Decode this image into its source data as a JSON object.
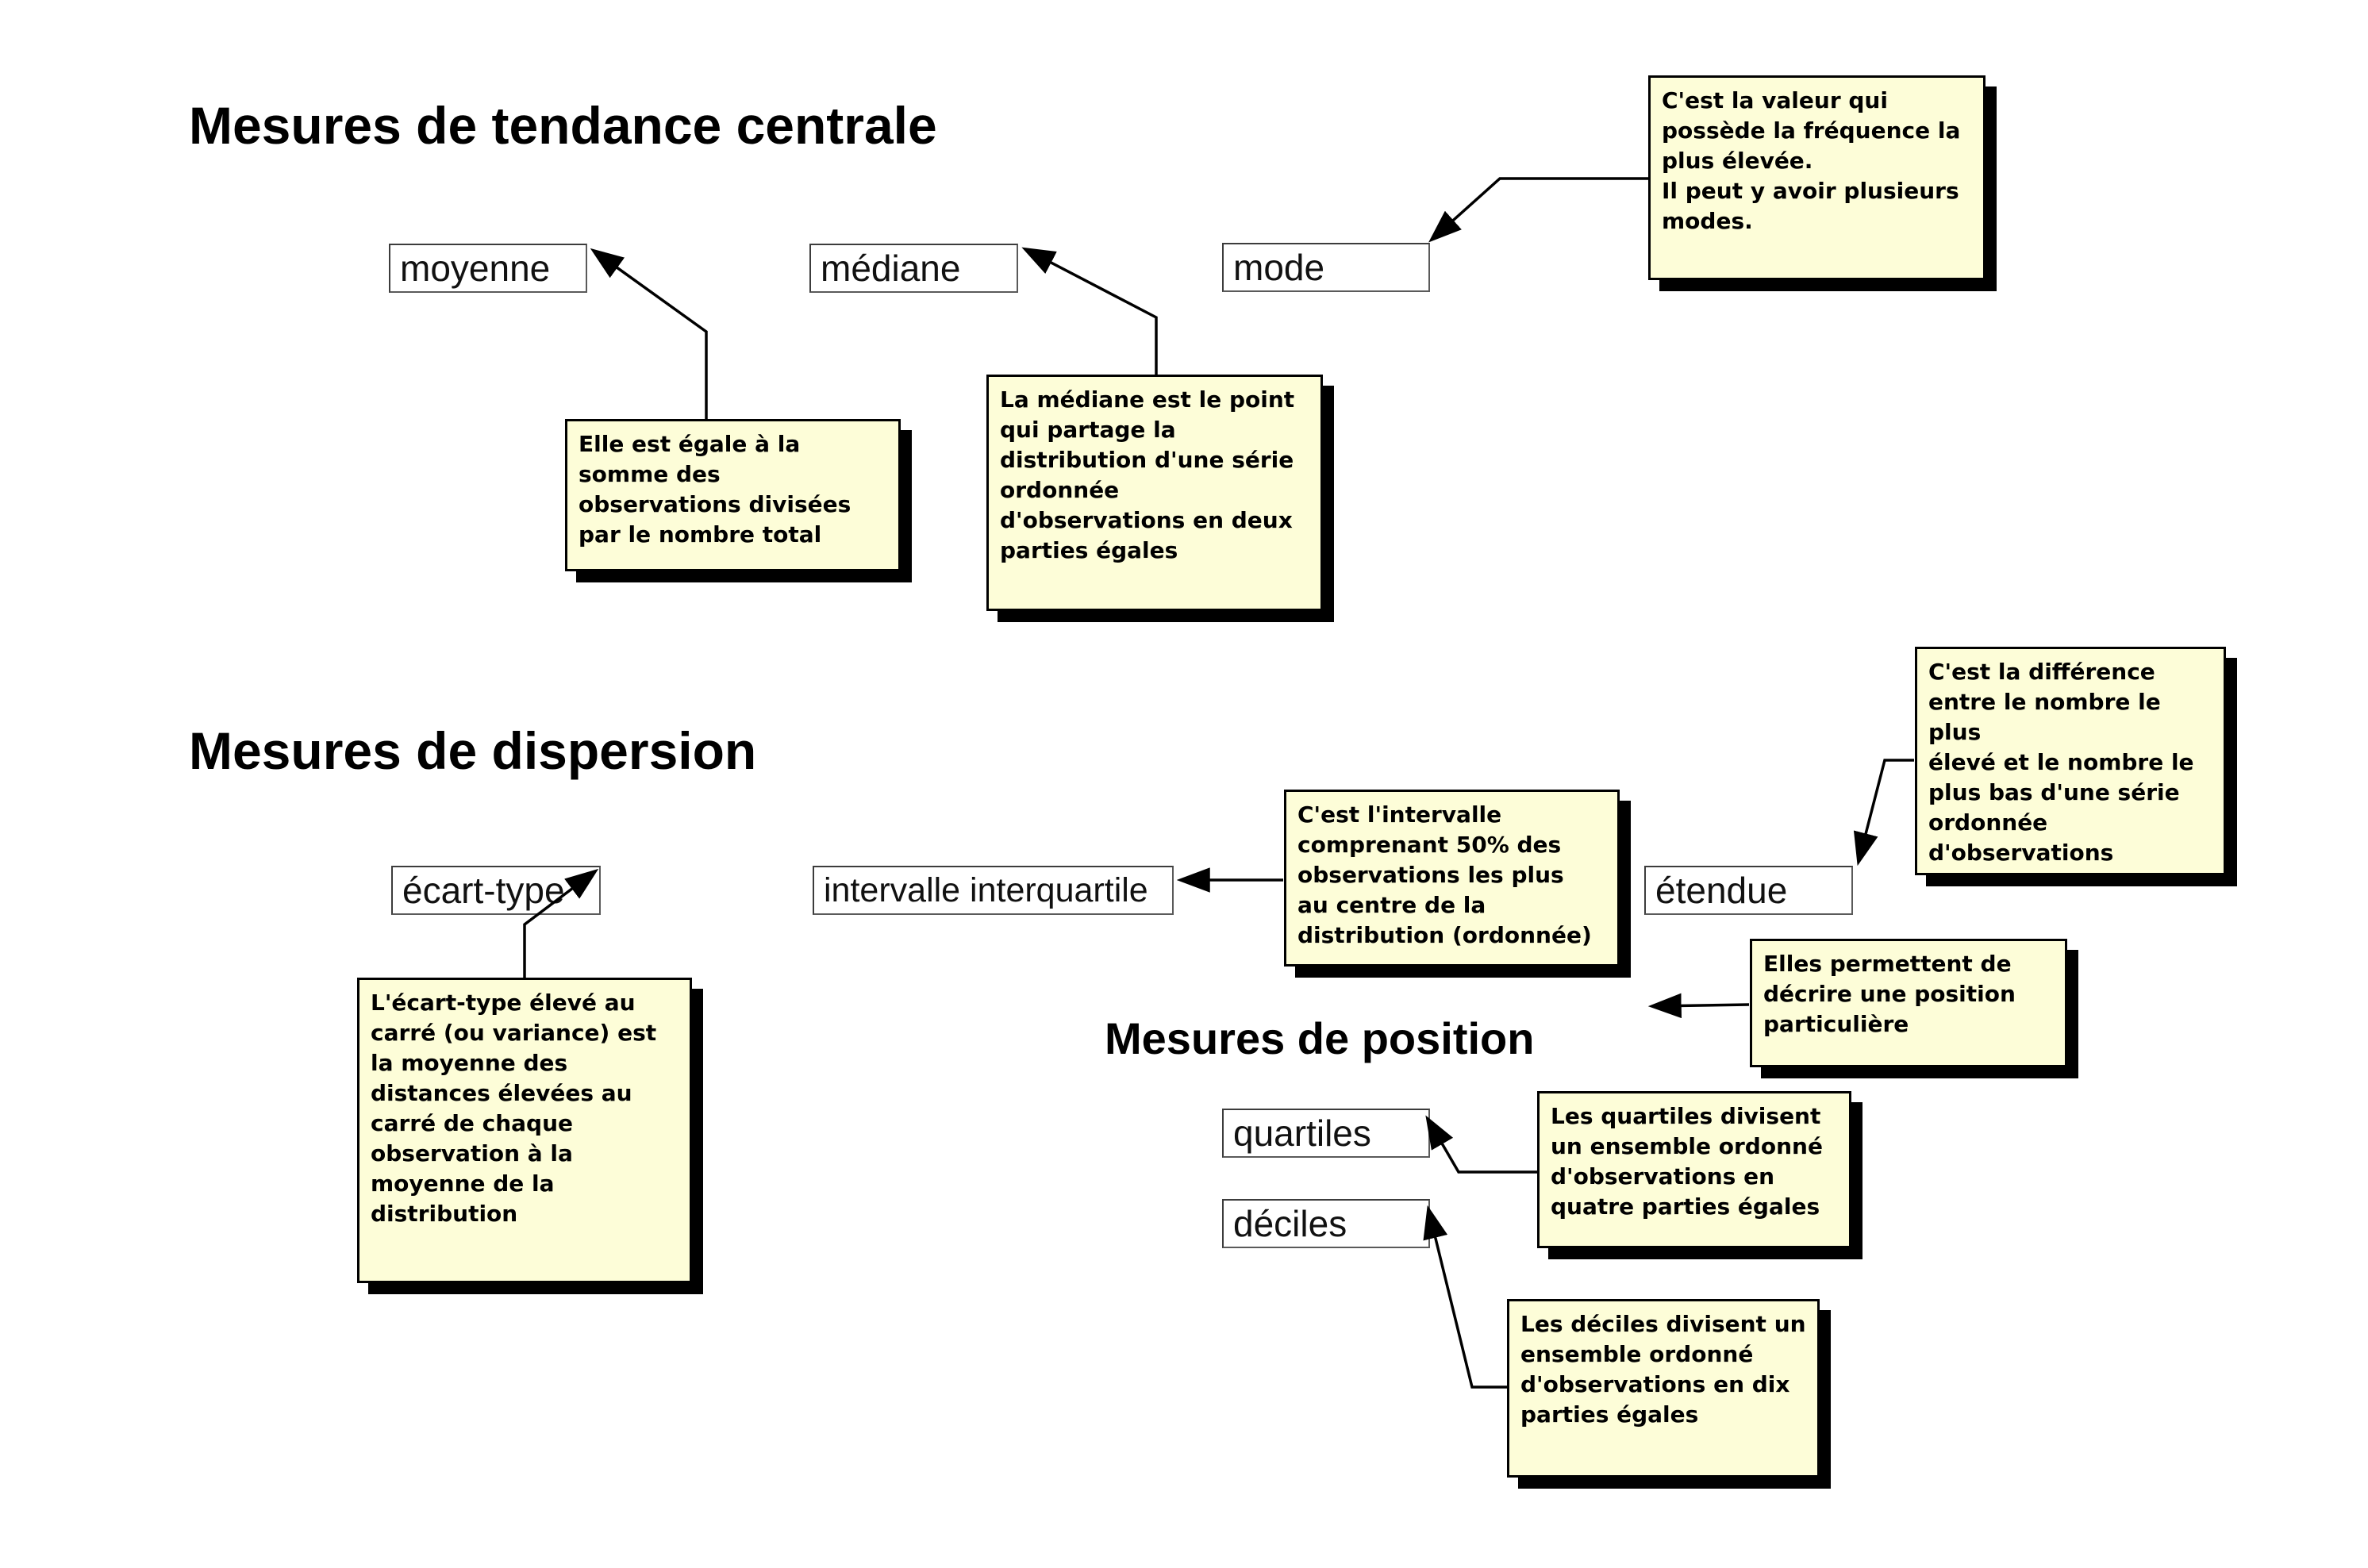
{
  "headings": {
    "central": "Mesures de tendance centrale",
    "dispersion": "Mesures de dispersion",
    "position": "Mesures de position"
  },
  "labels": {
    "moyenne": "moyenne",
    "mediane": "médiane",
    "mode": "mode",
    "ecart_type": "écart-type",
    "intervalle": "intervalle interquartile",
    "etendue": "étendue",
    "quartiles": "quartiles",
    "deciles": "déciles"
  },
  "notes": {
    "mode": "C'est la valeur qui\npossède la fréquence la\nplus élevée.\nIl peut y avoir plusieurs\nmodes.",
    "moyenne": "Elle est égale à la\nsomme des\nobservations divisées\npar le nombre total",
    "mediane": "La médiane est le point\nqui partage la\ndistribution d'une série\nordonnée\nd'observations en deux\nparties égales",
    "ecart_type": "L'écart-type élevé au\ncarré (ou variance) est\nla moyenne des\ndistances élevées au\ncarré de chaque\nobservation à la\nmoyenne de la\ndistribution",
    "intervalle": "C'est l'intervalle\ncomprenant 50% des\nobservations les plus\nau centre de la\ndistribution (ordonnée)",
    "etendue": "C'est la différence\nentre le nombre le plus\nélevé et le nombre le\nplus bas d'une série\nordonnée\nd'observations",
    "position": "Elles permettent de\ndécrire une position\nparticulière",
    "quartiles": "Les quartiles divisent\nun ensemble ordonné\nd'observations en\nquatre parties égales",
    "deciles": "Les déciles divisent un\nensemble ordonné\nd'observations en dix\nparties égales"
  },
  "colors": {
    "note_fill": "#fdfdd8",
    "note_border": "#000000",
    "note_shadow": "#000000",
    "arrow": "#000000",
    "background": "#ffffff"
  }
}
